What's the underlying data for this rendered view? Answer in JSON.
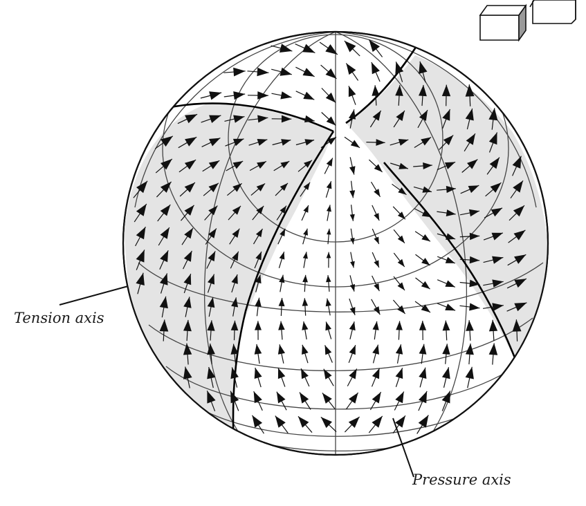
{
  "labels": {
    "tension_axis": "Tension axis",
    "pressure_axis": "Pressure axis"
  },
  "colors": {
    "background": "#ffffff",
    "ink": "#111111",
    "shaded_quadrant": "#e4e4e4",
    "grid_line": "#444444",
    "nodal_plane": "#000000"
  },
  "diagram": {
    "subject": "radiation pattern of seismic waves on a focal sphere",
    "icon": "cube-block-icon"
  }
}
